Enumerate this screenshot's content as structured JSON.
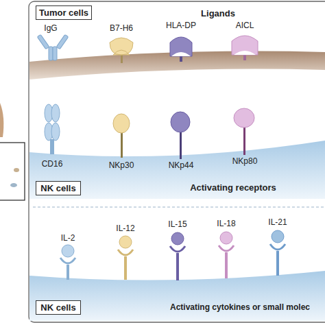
{
  "diagram": {
    "nodes": [
      {
        "text": [
          "Tumor cells"
        ]
      },
      {
        "text": [
          "NK cells"
        ]
      },
      {
        "text": [
          "NK cells"
        ]
      }
    ],
    "labels": [
      "IgG",
      "B7-H6",
      "HLA-DP",
      "AICL",
      "Ligands",
      "CD16",
      "NKp30",
      "NKp44",
      "NKp80",
      "Activating receptors",
      "IL-2",
      "IL-12",
      "IL-15",
      "IL-18",
      "IL-21",
      "Activating cytokines or small molec"
    ]
  }
}
